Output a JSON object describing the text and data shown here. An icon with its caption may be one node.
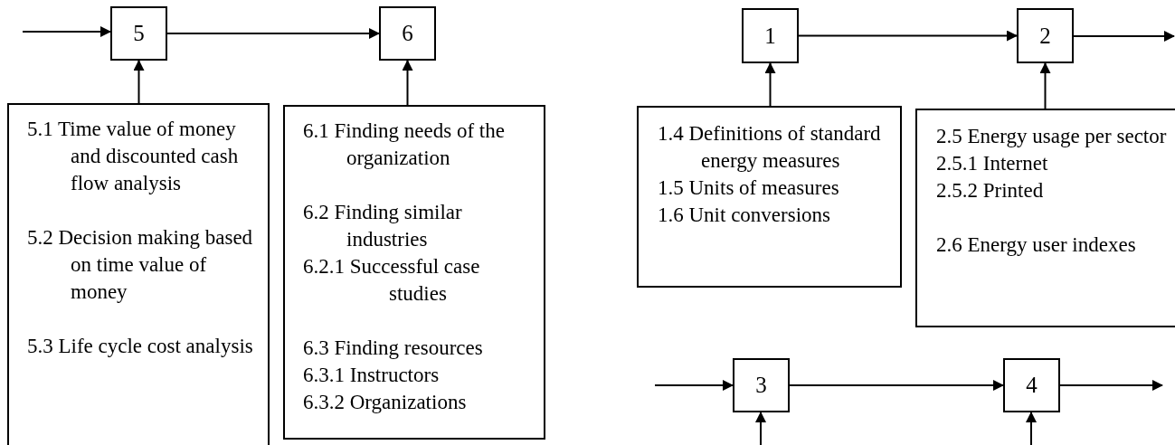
{
  "diagram": {
    "nodes": [
      {
        "text": [
          "5"
        ]
      },
      {
        "text": [
          "6"
        ]
      },
      {
        "text": [
          "5.1 Time value of money and discounted cash flow analysis",
          "5.2 Decision making based on time value of money",
          "5.3 Life cycle cost analysis"
        ]
      },
      {
        "text": [
          "6.1 Finding needs of the organization",
          "6.2 Finding similar industries",
          "6.2.1 Successful case studies",
          "6.3 Finding resources",
          "6.3.1 Instructors",
          "6.3.2 Organizations"
        ]
      },
      {
        "text": [
          "1"
        ]
      },
      {
        "text": [
          "2"
        ]
      },
      {
        "text": [
          "1.4 Definitions of standard energy measures",
          "1.5 Units of measures",
          "1.6 Unit conversions"
        ]
      },
      {
        "text": [
          "2.5 Energy usage per sector",
          "2.5.1 Internet",
          "2.5.2 Printed",
          "2.6 Energy user indexes"
        ]
      },
      {
        "text": [
          "3"
        ]
      },
      {
        "text": [
          "4"
        ]
      }
    ],
    "edges": [
      {
        "from": null,
        "to": 0,
        "arrow": "to"
      },
      {
        "from": 0,
        "to": 1,
        "arrow": "to"
      },
      {
        "from": 2,
        "to": 0,
        "arrow": "to"
      },
      {
        "from": 3,
        "to": 1,
        "arrow": "to"
      },
      {
        "from": 6,
        "to": 4,
        "arrow": "to"
      },
      {
        "from": 4,
        "to": 5,
        "arrow": "to"
      },
      {
        "from": 7,
        "to": 5,
        "arrow": "to"
      },
      {
        "from": 5,
        "to": null,
        "arrow": "to"
      },
      {
        "from": null,
        "to": 8,
        "arrow": "to"
      },
      {
        "from": 8,
        "to": 9,
        "arrow": "to"
      },
      {
        "from": 9,
        "to": null,
        "arrow": "to"
      },
      {
        "from": null,
        "to": 8,
        "arrow": "to"
      },
      {
        "from": null,
        "to": 9,
        "arrow": "to"
      }
    ]
  }
}
